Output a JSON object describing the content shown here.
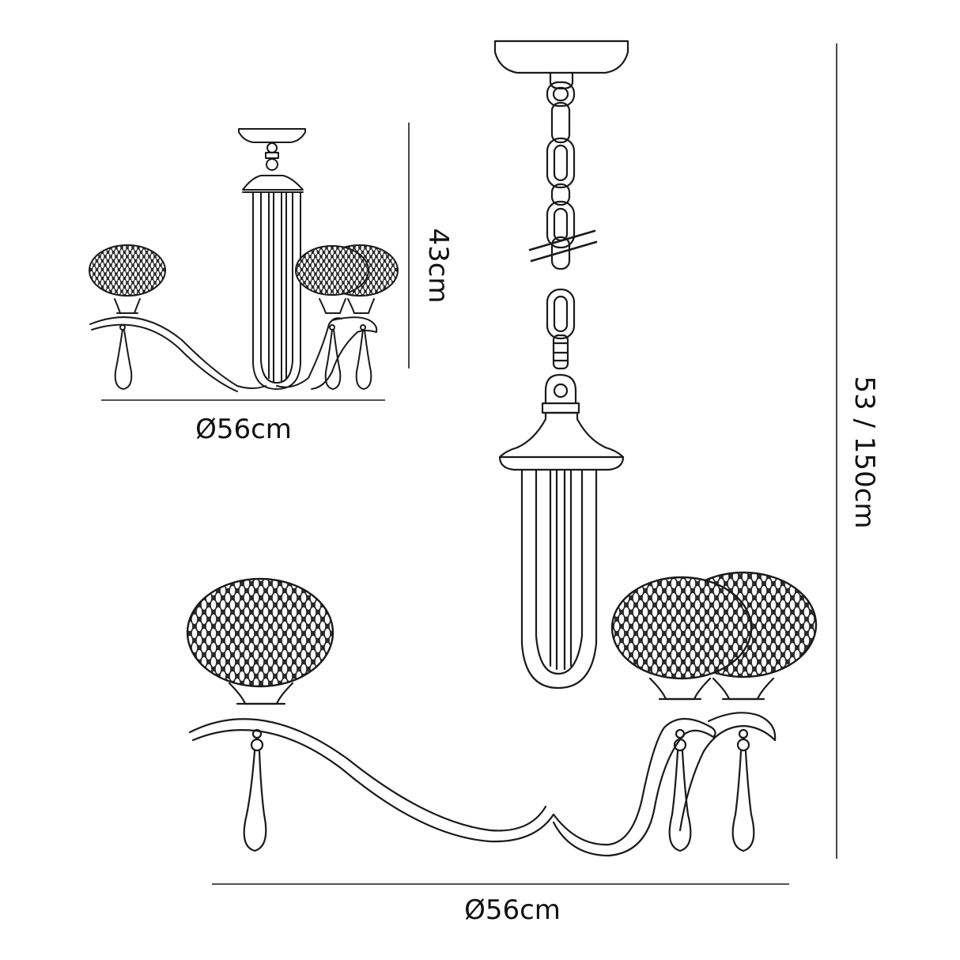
{
  "dimensions": {
    "flush_width": "Ø56cm",
    "flush_height": "43cm",
    "pendant_width": "Ø56cm",
    "pendant_height": "53 / 150cm"
  },
  "colors": {
    "line": "#1a1a1a",
    "background": "#ffffff"
  }
}
